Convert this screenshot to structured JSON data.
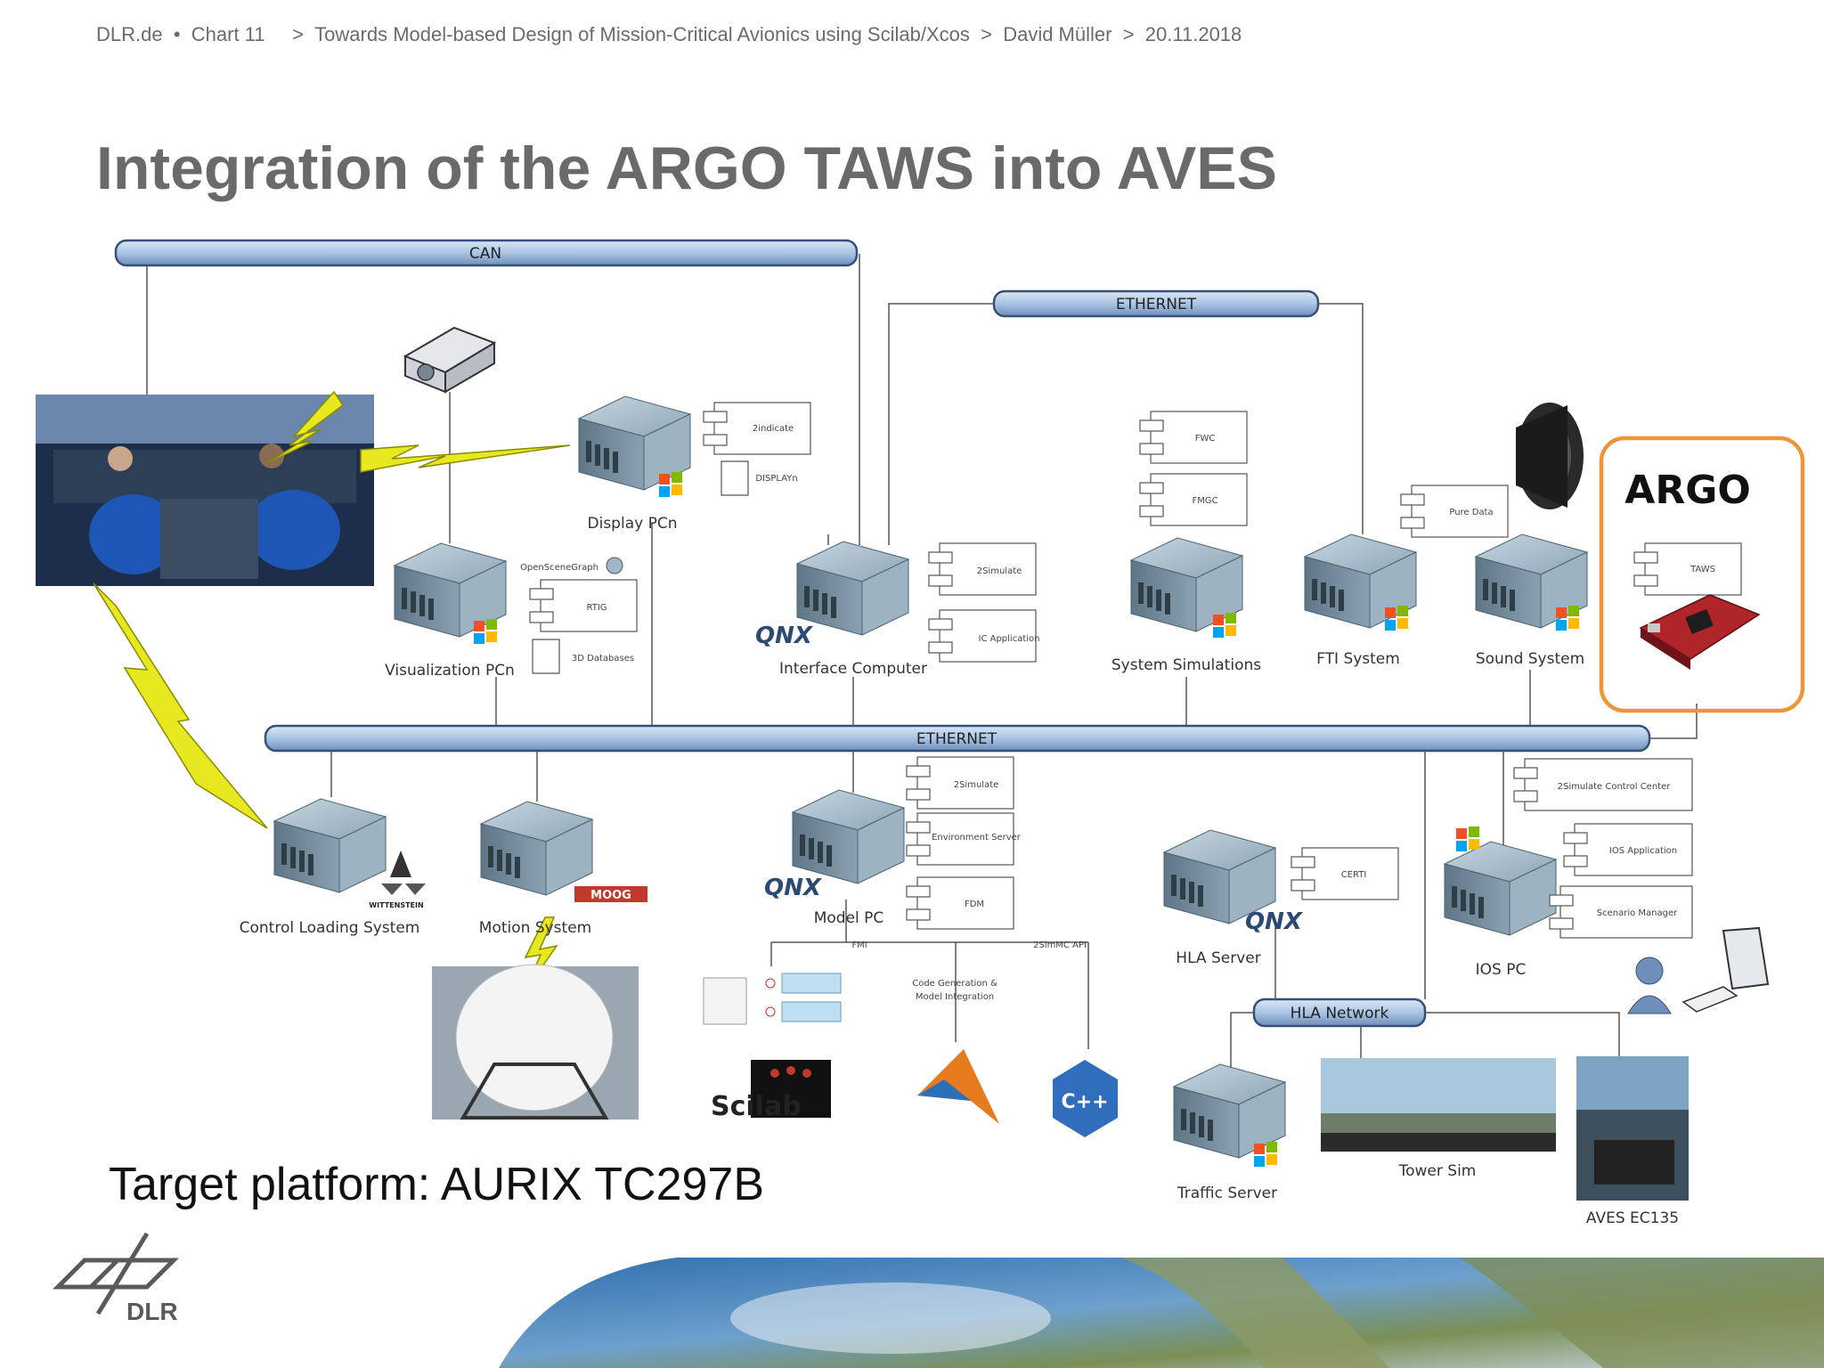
{
  "header": {
    "site": "DLR.de",
    "bullet": "•",
    "chart": "Chart 11",
    "sep": ">",
    "talk": "Towards Model-based Design of Mission-Critical Avionics using Scilab/Xcos",
    "author": "David Müller",
    "date": "20.11.2018"
  },
  "title": "Integration of the ARGO TAWS into AVES",
  "buses": {
    "can": "CAN",
    "ethernet_top": "ETHERNET",
    "ethernet_main": "ETHERNET",
    "hla": "HLA Network"
  },
  "nodes": {
    "display_pc": "Display PCn",
    "visualization_pc": "Visualization PCn",
    "interface_computer": "Interface Computer",
    "system_simulations": "System Simulations",
    "fti_system": "FTI System",
    "sound_system": "Sound System",
    "control_loading": "Control Loading System",
    "motion_system": "Motion System",
    "model_pc": "Model PC",
    "hla_server": "HLA Server",
    "ios_pc": "IOS PC",
    "traffic_server": "Traffic Server",
    "tower_sim": "Tower Sim",
    "aves_ec135": "AVES EC135"
  },
  "components": {
    "zindicate": "2indicate",
    "displayn": "DISPLAYn",
    "openscenegraph": "OpenSceneGraph",
    "rtig": "RTIG",
    "databases_3d": "3D Databases",
    "zsimulate_top": "2Simulate",
    "ic_application": "IC Application",
    "fwc": "FWC",
    "fmgc": "FMGC",
    "pure_data": "Pure Data",
    "taws": "TAWS",
    "zsimulate_model": "2Simulate",
    "environment_server": "Environment Server",
    "fdm": "FDM",
    "certi": "CERTI",
    "zsimulate_cc": "2Simulate Control Center",
    "ios_application": "IOS Application",
    "scenario_manager": "Scenario Manager",
    "fmi": "FMI",
    "zsimc_api": "2SimMC API",
    "code_generation": "Code Generation &",
    "model_integration": "Model Integration"
  },
  "logos": {
    "qnx": "QNX",
    "moog": "MOOG",
    "wittenstein": "WITTENSTEIN",
    "scilab": "Scilab",
    "cpp": "C++"
  },
  "argo_label": "ARGO",
  "target_platform": "Target platform: AURIX TC297B",
  "dlr_logo_text": "DLR",
  "colors": {
    "bus_fill": "#a9c4e4",
    "bus_stroke": "#34507a",
    "argo_border": "#f0943a",
    "server_body": "#7f97a8",
    "title_gray": "#6a6a6a"
  }
}
